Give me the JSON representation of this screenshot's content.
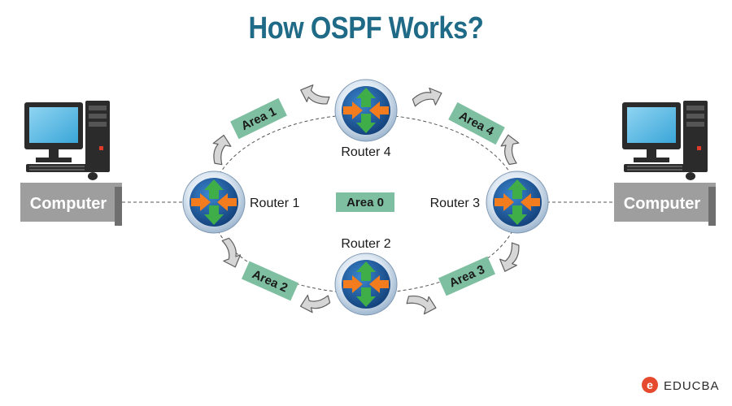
{
  "title": "How OSPF Works?",
  "center_area": "Area 0",
  "routers": [
    {
      "id": "router-1",
      "label": "Router 1"
    },
    {
      "id": "router-2",
      "label": "Router 2"
    },
    {
      "id": "router-3",
      "label": "Router 3"
    },
    {
      "id": "router-4",
      "label": "Router 4"
    }
  ],
  "areas": [
    {
      "id": "area-1",
      "label": "Area 1"
    },
    {
      "id": "area-2",
      "label": "Area 2"
    },
    {
      "id": "area-3",
      "label": "Area 3"
    },
    {
      "id": "area-4",
      "label": "Area 4"
    }
  ],
  "computers": [
    {
      "id": "computer-left",
      "label": "Computer"
    },
    {
      "id": "computer-right",
      "label": "Computer"
    }
  ],
  "brand": {
    "name": "EDUCBA",
    "logo_letter": "e"
  },
  "colors": {
    "title": "#1f6a86",
    "area_fill": "#7fbfa1",
    "computer_box": "#9e9e9e",
    "monitor_screen": "#5bb9e6",
    "router_blue": "#1e5fa7",
    "router_orange": "#f27c1e",
    "router_green": "#3fae49",
    "brand_red": "#e64a2e"
  }
}
